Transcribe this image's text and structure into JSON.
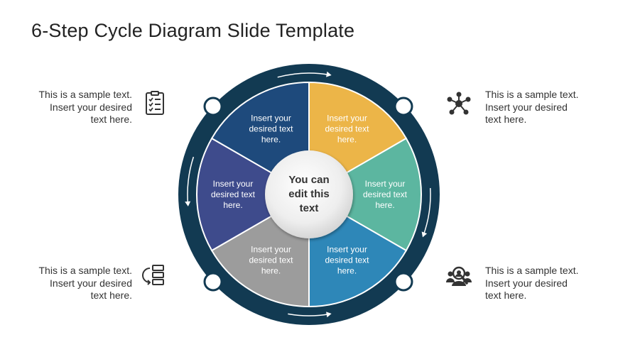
{
  "title": "6-Step Cycle Diagram Slide Template",
  "center_text": [
    "You can",
    "edit this",
    "text"
  ],
  "segments": [
    {
      "lines": [
        "Insert your",
        "desired text",
        "here."
      ],
      "color": "#ecb548"
    },
    {
      "lines": [
        "Insert your",
        "desired text",
        "here."
      ],
      "color": "#5cb6a0"
    },
    {
      "lines": [
        "Insert your",
        "desired text",
        "here."
      ],
      "color": "#2e87b8"
    },
    {
      "lines": [
        "Insert your",
        "desired text",
        "here."
      ],
      "color": "#9c9c9c"
    },
    {
      "lines": [
        "Insert your",
        "desired text",
        "here."
      ],
      "color": "#3e4b8c"
    },
    {
      "lines": [
        "Insert your",
        "desired text",
        "here."
      ],
      "color": "#1e4a7c"
    }
  ],
  "notes": {
    "top_left": "This is a sample text.\nInsert your desired\ntext here.",
    "top_right": "This is a sample text.\nInsert your desired\ntext here.",
    "bottom_left": "This is a sample text.\nInsert your desired\ntext here.",
    "bottom_right": "This is a sample text.\nInsert your desired\ntext here."
  },
  "icons": {
    "top_left": "checklist-icon",
    "top_right": "network-icon",
    "bottom_left": "process-list-icon",
    "bottom_right": "team-search-icon"
  },
  "colors": {
    "ring": "#123a52",
    "arrow": "#ffffff",
    "icon": "#333333"
  }
}
